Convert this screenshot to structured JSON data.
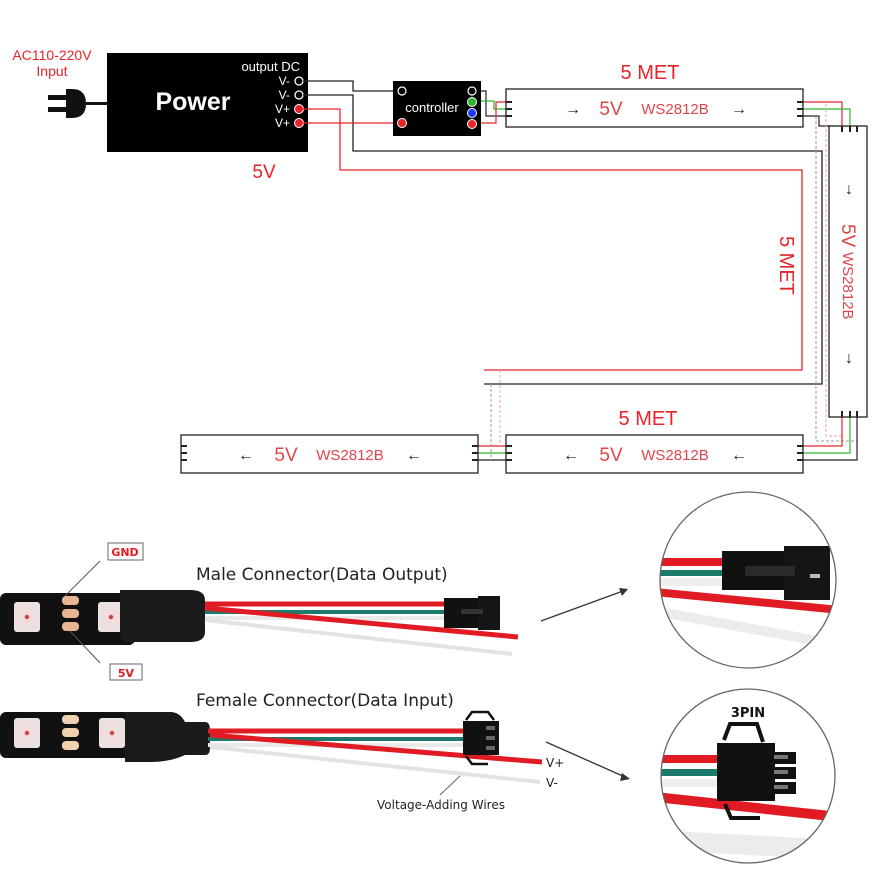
{
  "power_section": {
    "input_label_line1": "AC110-220V",
    "input_label_line2": "Input",
    "power_box_title": "Power",
    "output_header": "output DC",
    "terminals": [
      "V-",
      "V-",
      "V+",
      "V+"
    ],
    "voltage_label": "5V"
  },
  "controller": {
    "label": "controller",
    "left_terminals": [
      "black",
      "red"
    ],
    "right_terminal_colors": [
      "#ffffff",
      "#2eb82e",
      "#1a3cff",
      "#e8232a"
    ]
  },
  "strips": [
    {
      "id": "strip-1",
      "voltage": "5V",
      "model": "WS2812B",
      "direction": "right",
      "length_label": "5 MET"
    },
    {
      "id": "strip-2",
      "voltage": "5V",
      "model": "WS2812B",
      "direction": "down",
      "length_label": "5 MET"
    },
    {
      "id": "strip-3",
      "voltage": "5V",
      "model": "WS2812B",
      "direction": "left",
      "length_label": "5 MET"
    },
    {
      "id": "strip-4",
      "voltage": "5V",
      "model": "WS2812B",
      "direction": "left",
      "length_label": ""
    }
  ],
  "arrows": {
    "right": "→",
    "left": "←",
    "down": "↓"
  },
  "wire_colors": {
    "positive": "#e8232a",
    "data": "#2eb82e",
    "ground": "#222222",
    "cable_teal": "#1b7a6a",
    "cable_red": "#e01b24"
  },
  "connectors": {
    "pad_label_top": "GND",
    "pad_label_bottom": "5V",
    "male_title": "Male Connector(Data Output)",
    "female_title": "Female Connector(Data Input)",
    "vplus_label": "V+",
    "vminus_label": "V-",
    "voltage_wires_label": "Voltage-Adding Wires",
    "zoom_pin_label": "3PIN"
  }
}
